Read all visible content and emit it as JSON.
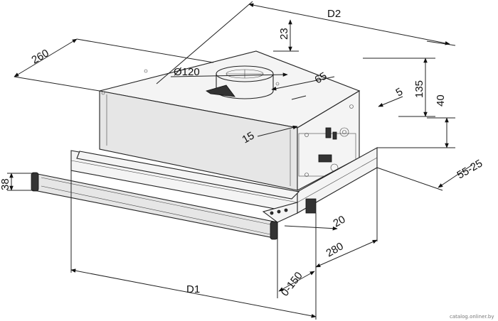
{
  "dimensions": {
    "d2": "D2",
    "d1": "D1",
    "dim_260": "260",
    "dim_23": "23",
    "dim_120": "120",
    "dim_65": "65",
    "dim_5": "5",
    "dim_135": "135",
    "dim_40": "40",
    "dim_15": "15",
    "dim_55_25": "55-25",
    "dim_38": "38",
    "dim_20": "20",
    "dim_280": "280",
    "dim_0_150": "0-150"
  },
  "watermark": "catalog.onliner.by"
}
